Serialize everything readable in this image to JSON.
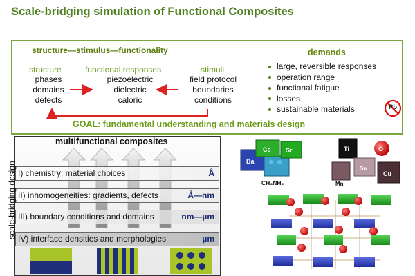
{
  "title": "Scale-bridging simulation of Functional Composites",
  "box": {
    "heading": "structure—stimulus—functionality",
    "columns": [
      {
        "header": "structure",
        "items": [
          "phases",
          "domains",
          "defects"
        ]
      },
      {
        "header": "functional responses",
        "items": [
          "piezoelectric",
          "dielectric",
          "caloric"
        ]
      },
      {
        "header": "stimuli",
        "items": [
          "field protocol",
          "boundaries",
          "conditions"
        ]
      }
    ],
    "demands_heading": "demands",
    "demands": [
      "large, reversible responses",
      "operation range",
      "functional fatigue",
      "losses",
      "sustainable materials"
    ],
    "pb_label": "Pb",
    "goal": "GOAL: fundamental understanding and materials design"
  },
  "ladder": {
    "heading": "multifunctional composites",
    "side_label": "scale-bridging design",
    "levels": [
      {
        "label": "I) chemistry: material choices",
        "unit": "Å"
      },
      {
        "label": "II) inhomogeneities: gradients, defects",
        "unit": "Å—nm"
      },
      {
        "label": "III) boundary conditions and domains",
        "unit": "nm—µm"
      },
      {
        "label": "IV) interface densities and morphologies",
        "unit": "µm"
      }
    ]
  },
  "blocks": {
    "labels": [
      "Ba",
      "Cs",
      "Sr",
      "Ti",
      "O",
      "Mn",
      "Sn",
      "Cu"
    ],
    "formula": "CH₃NH₂",
    "colors": {
      "ba": "#2a45b0",
      "cs": "#2cae2c",
      "sr": "#22aa22",
      "ti": "#111111",
      "o": "#dd1111",
      "mn": "#7a5a62",
      "sn": "#b89aa4",
      "cu": "#4a3034",
      "teal": "#3aa0c8"
    }
  },
  "colors": {
    "title": "#4f7f1f",
    "frame": "#77a83a",
    "arrow": "#dd2222",
    "unit": "#1a2a70"
  }
}
